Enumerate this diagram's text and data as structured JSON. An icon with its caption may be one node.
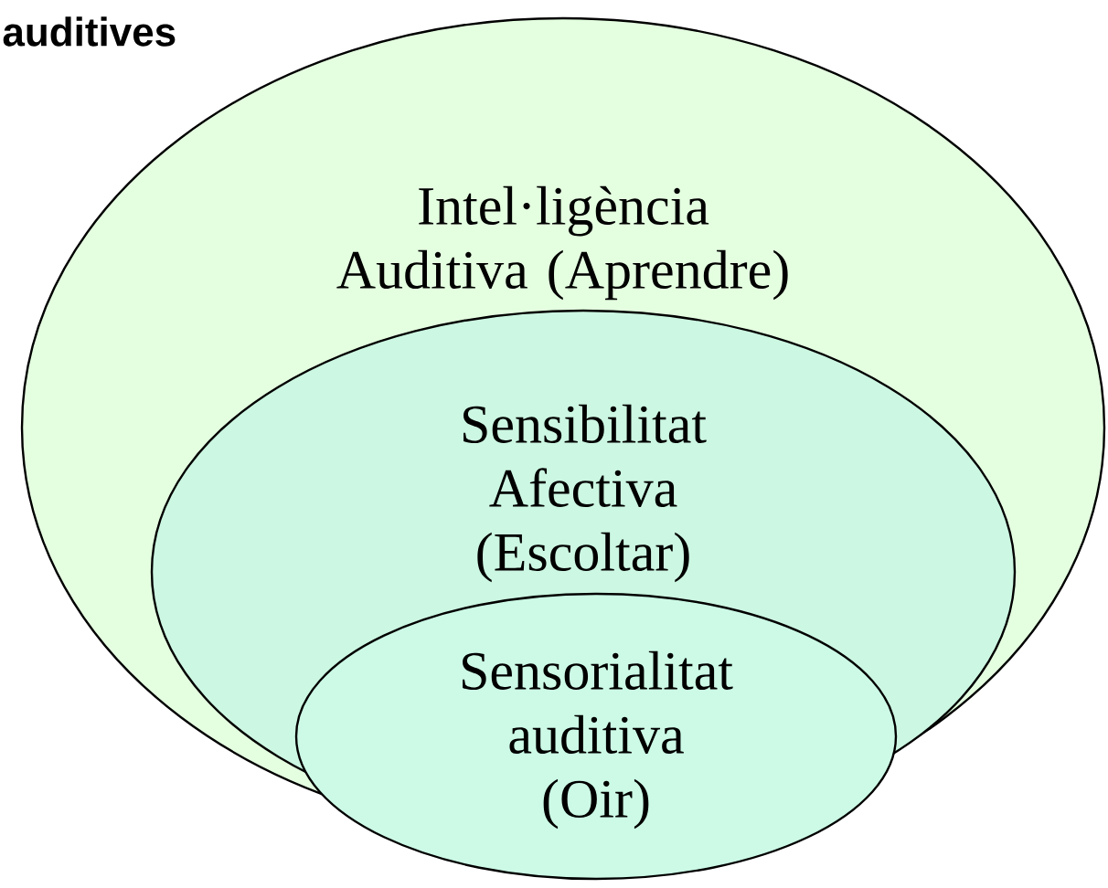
{
  "diagram": {
    "title": "auditives",
    "nodes": [
      {
        "text": [
          "Intel·ligència Auditiva (Aprendre)"
        ]
      },
      {
        "text": [
          "Sensibilitat Afectiva (Escoltar)"
        ],
        "in": 0
      },
      {
        "text": [
          "Sensorialitat auditiva (Oir)"
        ],
        "in": 1
      }
    ]
  }
}
